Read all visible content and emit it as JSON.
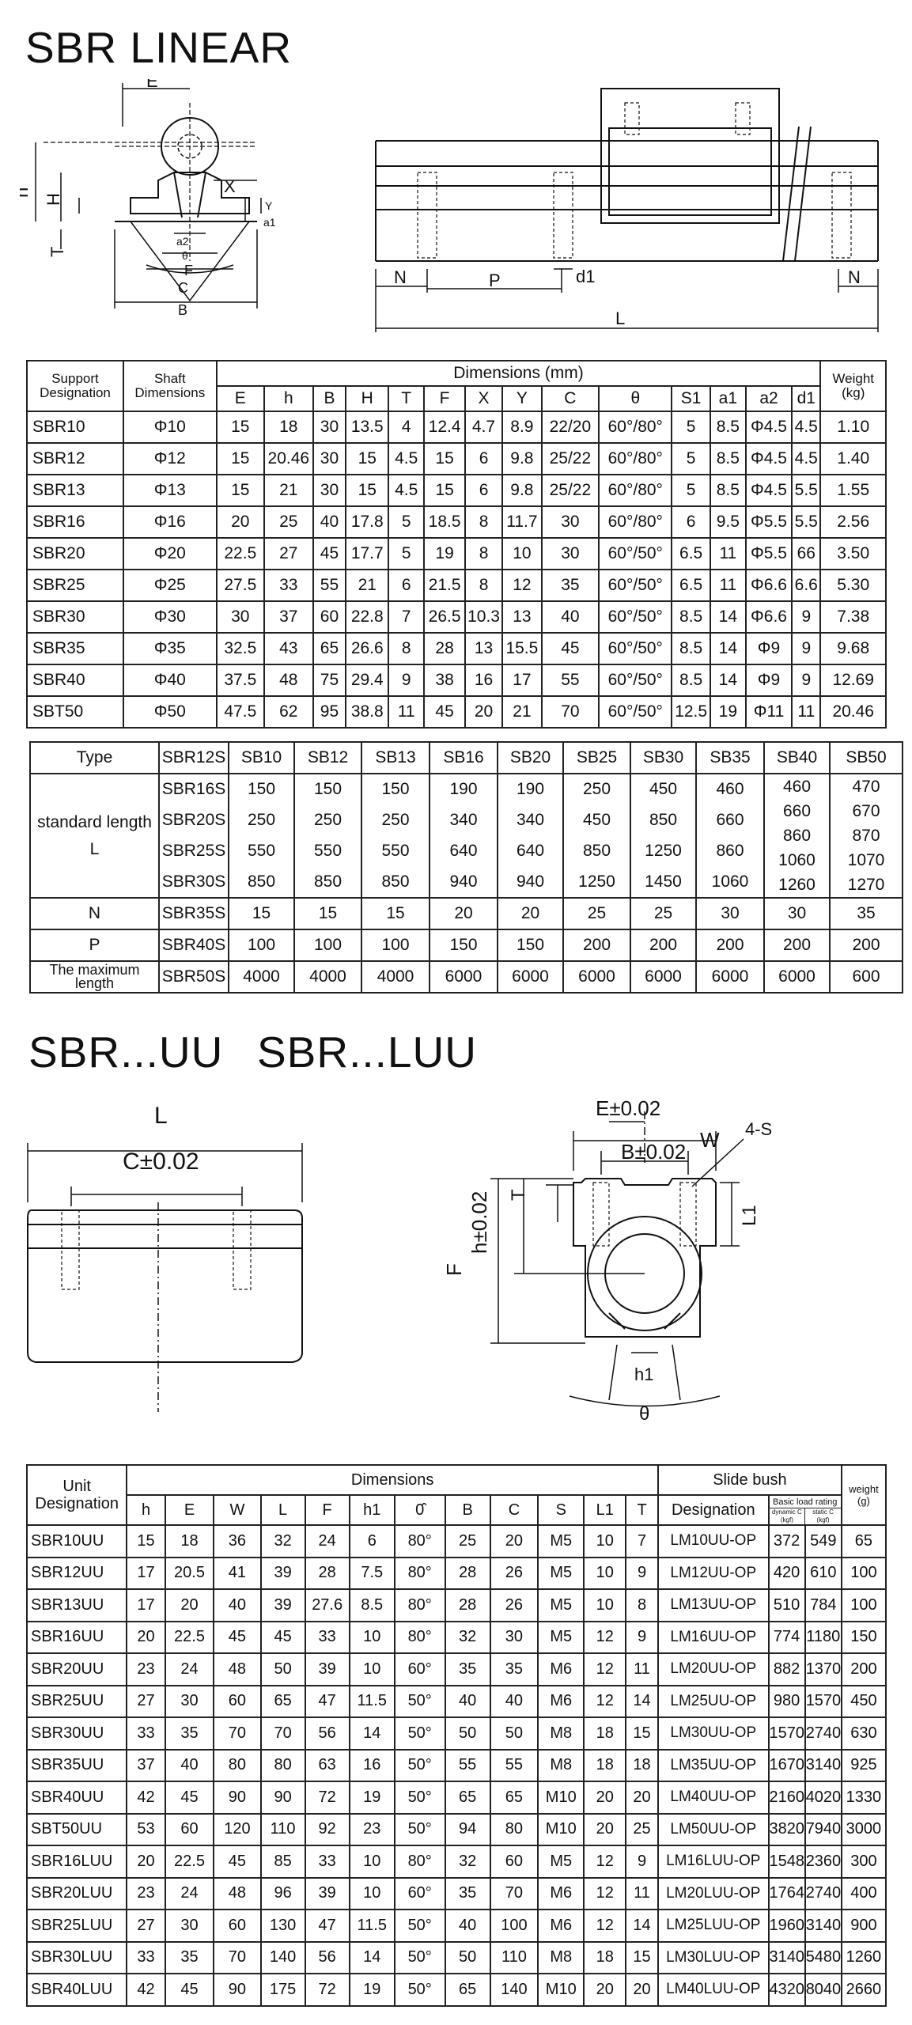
{
  "sections": {
    "title1": "SBR LINEAR",
    "title2": "SBR...UU",
    "title3": "SBR...LUU"
  },
  "drawing1": {
    "labels": [
      "E",
      "h",
      "H",
      "X",
      "T",
      "Y",
      "a1",
      "a2",
      "θ",
      "F",
      "C",
      "B"
    ]
  },
  "drawing2": {
    "labels": [
      "d1",
      "N",
      "P",
      "L",
      "N"
    ]
  },
  "drawing3": {
    "labels": [
      "L",
      "C±0.02"
    ]
  },
  "drawing4": {
    "labels": [
      "E±0.02",
      "W",
      "B±0.02",
      "4-S",
      "T",
      "h±0.02",
      "L1",
      "F",
      "h1",
      "θ"
    ]
  },
  "table1": {
    "h_support": "Support Designation",
    "h_shaft": "Shaft Dimensions",
    "h_dimensions": "Dimensions (mm)",
    "h_weight": "Weight (kg)",
    "cols": [
      "E",
      "h",
      "B",
      "H",
      "T",
      "F",
      "X",
      "Y",
      "C",
      "θ",
      "S1",
      "a1",
      "a2",
      "d1"
    ],
    "rows": [
      [
        "SBR10",
        "Φ10",
        "15",
        "18",
        "30",
        "13.5",
        "4",
        "12.4",
        "4.7",
        "8.9",
        "22/20",
        "60°/80°",
        "5",
        "8.5",
        "Φ4.5",
        "4.5",
        "1.10"
      ],
      [
        "SBR12",
        "Φ12",
        "15",
        "20.46",
        "30",
        "15",
        "4.5",
        "15",
        "6",
        "9.8",
        "25/22",
        "60°/80°",
        "5",
        "8.5",
        "Φ4.5",
        "4.5",
        "1.40"
      ],
      [
        "SBR13",
        "Φ13",
        "15",
        "21",
        "30",
        "15",
        "4.5",
        "15",
        "6",
        "9.8",
        "25/22",
        "60°/80°",
        "5",
        "8.5",
        "Φ4.5",
        "5.5",
        "1.55"
      ],
      [
        "SBR16",
        "Φ16",
        "20",
        "25",
        "40",
        "17.8",
        "5",
        "18.5",
        "8",
        "11.7",
        "30",
        "60°/80°",
        "6",
        "9.5",
        "Φ5.5",
        "5.5",
        "2.56"
      ],
      [
        "SBR20",
        "Φ20",
        "22.5",
        "27",
        "45",
        "17.7",
        "5",
        "19",
        "8",
        "10",
        "30",
        "60°/50°",
        "6.5",
        "11",
        "Φ5.5",
        "66",
        "3.50"
      ],
      [
        "SBR25",
        "Φ25",
        "27.5",
        "33",
        "55",
        "21",
        "6",
        "21.5",
        "8",
        "12",
        "35",
        "60°/50°",
        "6.5",
        "11",
        "Φ6.6",
        "6.6",
        "5.30"
      ],
      [
        "SBR30",
        "Φ30",
        "30",
        "37",
        "60",
        "22.8",
        "7",
        "26.5",
        "10.3",
        "13",
        "40",
        "60°/50°",
        "8.5",
        "14",
        "Φ6.6",
        "9",
        "7.38"
      ],
      [
        "SBR35",
        "Φ35",
        "32.5",
        "43",
        "65",
        "26.6",
        "8",
        "28",
        "13",
        "15.5",
        "45",
        "60°/50°",
        "8.5",
        "14",
        "Φ9",
        "9",
        "9.68"
      ],
      [
        "SBR40",
        "Φ40",
        "37.5",
        "48",
        "75",
        "29.4",
        "9",
        "38",
        "16",
        "17",
        "55",
        "60°/50°",
        "8.5",
        "14",
        "Φ9",
        "9",
        "12.69"
      ],
      [
        "SBT50",
        "Φ50",
        "47.5",
        "62",
        "95",
        "38.8",
        "11",
        "45",
        "20",
        "21",
        "70",
        "60°/50°",
        "12.5",
        "19",
        "Φ11",
        "11",
        "20.46"
      ]
    ]
  },
  "table2": {
    "type_label": "Type",
    "cols": [
      "SBR12S",
      "SB10",
      "SB12",
      "SB13",
      "SB16",
      "SB20",
      "SB25",
      "SB30",
      "SB35",
      "SB40",
      "SB50"
    ],
    "std_label": "standard length",
    "std_label2": "L",
    "std_rows": [
      [
        "SBR16S",
        "150",
        "150",
        "150",
        "190",
        "190",
        "250",
        "450",
        "460"
      ],
      [
        "SBR20S",
        "250",
        "250",
        "250",
        "340",
        "340",
        "450",
        "850",
        "660"
      ],
      [
        "SBR25S",
        "550",
        "550",
        "550",
        "640",
        "640",
        "850",
        "1250",
        "860"
      ],
      [
        "SBR30S",
        "850",
        "850",
        "850",
        "940",
        "940",
        "1250",
        "1450",
        "1060"
      ]
    ],
    "sb40": [
      "460",
      "660",
      "860",
      "1060",
      "1260"
    ],
    "sb50": [
      "470",
      "670",
      "870",
      "1070",
      "1270"
    ],
    "n_row": [
      "N",
      "SBR35S",
      "15",
      "15",
      "15",
      "20",
      "20",
      "25",
      "25",
      "30",
      "30",
      "35"
    ],
    "p_row": [
      "P",
      "SBR40S",
      "100",
      "100",
      "100",
      "150",
      "150",
      "200",
      "200",
      "200",
      "200",
      "200"
    ],
    "max_row": [
      "The maximum length",
      "SBR50S",
      "4000",
      "4000",
      "4000",
      "6000",
      "6000",
      "6000",
      "6000",
      "6000",
      "6000",
      "600"
    ]
  },
  "table3": {
    "h_unit": "Unit Designation",
    "h_dimensions": "Dimensions",
    "h_slide": "Slide bush",
    "h_weight": "weight (g)",
    "cols": [
      "h",
      "E",
      "W",
      "L",
      "F",
      "h1",
      "0̂",
      "B",
      "C",
      "S",
      "L1",
      "T"
    ],
    "h_designation": "Designation",
    "h_basic": "Basic load rating",
    "h_dynamic": "dynamic C (kgf)",
    "h_static": "static C (kgf)",
    "rows": [
      [
        "SBR10UU",
        "15",
        "18",
        "36",
        "32",
        "24",
        "6",
        "80°",
        "25",
        "20",
        "M5",
        "10",
        "7",
        "LM10UU-OP",
        "372",
        "549",
        "65"
      ],
      [
        "SBR12UU",
        "17",
        "20.5",
        "41",
        "39",
        "28",
        "7.5",
        "80°",
        "28",
        "26",
        "M5",
        "10",
        "9",
        "LM12UU-OP",
        "420",
        "610",
        "100"
      ],
      [
        "SBR13UU",
        "17",
        "20",
        "40",
        "39",
        "27.6",
        "8.5",
        "80°",
        "28",
        "26",
        "M5",
        "10",
        "8",
        "LM13UU-OP",
        "510",
        "784",
        "100"
      ],
      [
        "SBR16UU",
        "20",
        "22.5",
        "45",
        "45",
        "33",
        "10",
        "80°",
        "32",
        "30",
        "M5",
        "12",
        "9",
        "LM16UU-OP",
        "774",
        "1180",
        "150"
      ],
      [
        "SBR20UU",
        "23",
        "24",
        "48",
        "50",
        "39",
        "10",
        "60°",
        "35",
        "35",
        "M6",
        "12",
        "11",
        "LM20UU-OP",
        "882",
        "1370",
        "200"
      ],
      [
        "SBR25UU",
        "27",
        "30",
        "60",
        "65",
        "47",
        "11.5",
        "50°",
        "40",
        "40",
        "M6",
        "12",
        "14",
        "LM25UU-OP",
        "980",
        "1570",
        "450"
      ],
      [
        "SBR30UU",
        "33",
        "35",
        "70",
        "70",
        "56",
        "14",
        "50°",
        "50",
        "50",
        "M8",
        "18",
        "15",
        "LM30UU-OP",
        "1570",
        "2740",
        "630"
      ],
      [
        "SBR35UU",
        "37",
        "40",
        "80",
        "80",
        "63",
        "16",
        "50°",
        "55",
        "55",
        "M8",
        "18",
        "18",
        "LM35UU-OP",
        "1670",
        "3140",
        "925"
      ],
      [
        "SBR40UU",
        "42",
        "45",
        "90",
        "90",
        "72",
        "19",
        "50°",
        "65",
        "65",
        "M10",
        "20",
        "20",
        "LM40UU-OP",
        "2160",
        "4020",
        "1330"
      ],
      [
        "SBT50UU",
        "53",
        "60",
        "120",
        "110",
        "92",
        "23",
        "50°",
        "94",
        "80",
        "M10",
        "20",
        "25",
        "LM50UU-OP",
        "3820",
        "7940",
        "3000"
      ],
      [
        "SBR16LUU",
        "20",
        "22.5",
        "45",
        "85",
        "33",
        "10",
        "80°",
        "32",
        "60",
        "M5",
        "12",
        "9",
        "LM16LUU-OP",
        "1548",
        "2360",
        "300"
      ],
      [
        "SBR20LUU",
        "23",
        "24",
        "48",
        "96",
        "39",
        "10",
        "60°",
        "35",
        "70",
        "M6",
        "12",
        "11",
        "LM20LUU-OP",
        "1764",
        "2740",
        "400"
      ],
      [
        "SBR25LUU",
        "27",
        "30",
        "60",
        "130",
        "47",
        "11.5",
        "50°",
        "40",
        "100",
        "M6",
        "12",
        "14",
        "LM25LUU-OP",
        "1960",
        "3140",
        "900"
      ],
      [
        "SBR30LUU",
        "33",
        "35",
        "70",
        "140",
        "56",
        "14",
        "50°",
        "50",
        "110",
        "M8",
        "18",
        "15",
        "LM30LUU-OP",
        "3140",
        "5480",
        "1260"
      ],
      [
        "SBR40LUU",
        "42",
        "45",
        "90",
        "175",
        "72",
        "19",
        "50°",
        "65",
        "140",
        "M10",
        "20",
        "20",
        "LM40LUU-OP",
        "4320",
        "8040",
        "2660"
      ]
    ]
  }
}
